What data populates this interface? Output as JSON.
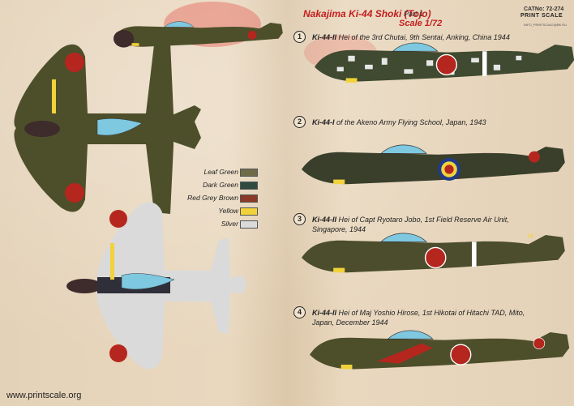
{
  "header": {
    "title": "Nakajima Ki-44 Shoki (Tojo)",
    "part": "Part 1",
    "scale": "Scale 1/72",
    "catno": "CATNo: 72-274",
    "brand": "PRINT SCALE",
    "site": "INFO_PRINTSCALE@BK.RU"
  },
  "legend": [
    {
      "label": "Leaf Green",
      "color": "#6f6b49"
    },
    {
      "label": "Dark Green",
      "color": "#2f4a3f"
    },
    {
      "label": "Red Grey Brown",
      "color": "#8b3a2a"
    },
    {
      "label": "Yellow",
      "color": "#f2d23a"
    },
    {
      "label": "Silver",
      "color": "#dadada"
    }
  ],
  "profiles": [
    {
      "num": "1",
      "model": "Ki-44-II",
      "desc": " Hei of the 3rd Chutai, 9th Sentai, Anking, China 1944"
    },
    {
      "num": "2",
      "model": "Ki-44-I",
      "desc": " of the Akeno Army Flying School, Japan, 1943"
    },
    {
      "num": "3",
      "model": "Ki-44-II",
      "desc": " Hei of Capt Ryotaro Jobo, 1st Field Reserve Air Unit, Singapore, 1944"
    },
    {
      "num": "4",
      "model": "Ki-44-II",
      "desc": " Hei of Maj Yoshio Hirose, 1st Hikotai of Hitachi TAD, Mito, Japan, December 1944"
    }
  ],
  "tail_marking": "16",
  "footer": {
    "url": "www.printscale.org"
  },
  "colors": {
    "hinomaru": "#b5261e",
    "olive": "#4d4f2a",
    "cockpit": "#7ec8e0"
  }
}
